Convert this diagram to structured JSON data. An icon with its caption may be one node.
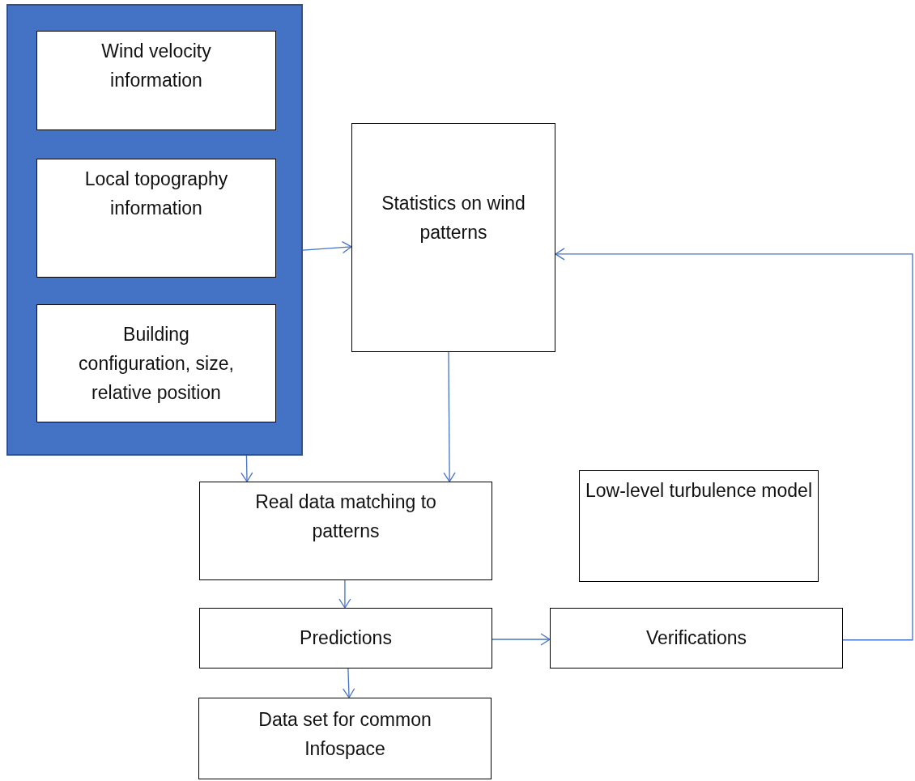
{
  "diagram": {
    "nodes": [
      {
        "text": [],
        "shape": "box"
      },
      {
        "text": [
          "Wind velocity information"
        ],
        "in": 0
      },
      {
        "text": [
          "Local topography information"
        ],
        "in": 0
      },
      {
        "text": [
          "Building configuration, size, relative position"
        ],
        "in": 0
      },
      {
        "text": [
          "Statistics on wind patterns"
        ]
      },
      {
        "text": [
          "Real data matching to patterns"
        ]
      },
      {
        "text": [
          "Low-level turbulence model"
        ]
      },
      {
        "text": [
          "Predictions"
        ]
      },
      {
        "text": [
          "Verifications"
        ]
      },
      {
        "text": [
          "Data set for common Infospace"
        ]
      }
    ],
    "edges": [
      {
        "from": 0,
        "to": 4,
        "arrow": "to"
      },
      {
        "from": 0,
        "to": 5,
        "arrow": "to"
      },
      {
        "from": 4,
        "to": 5,
        "arrow": "to"
      },
      {
        "from": 5,
        "to": 7,
        "arrow": "to"
      },
      {
        "from": 7,
        "to": 8,
        "arrow": "to"
      },
      {
        "from": 7,
        "to": 9,
        "arrow": "to"
      },
      {
        "from": 8,
        "to": 4,
        "arrow": "to"
      }
    ]
  }
}
